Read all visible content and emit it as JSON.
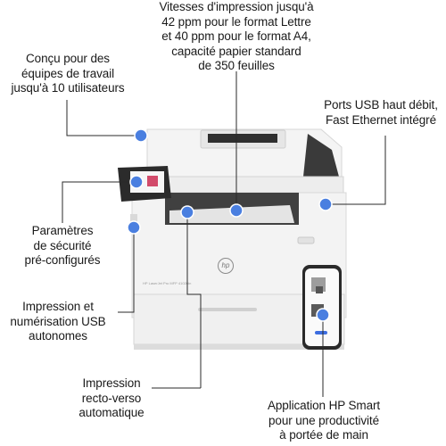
{
  "callouts": {
    "speed": [
      "Vitesses d'impression jusqu'à",
      "42 ppm pour le format Lettre",
      "et 40 ppm pour le format A4,",
      "capacité papier standard",
      "de 350 feuilles"
    ],
    "teams": [
      "Conçu pour des",
      "équipes de travail",
      "jusqu'à 10 utilisateurs"
    ],
    "usb": [
      "Ports USB haut débit,",
      "Fast Ethernet intégré"
    ],
    "security": [
      "Paramètres",
      "de sécurité",
      "pré-configurés"
    ],
    "usb_print": [
      "Impression et",
      "numérisation USB",
      "autonomes"
    ],
    "duplex": [
      "Impression",
      "recto-verso",
      "automatique"
    ],
    "app": [
      "Application HP Smart",
      "pour une productivité",
      "à portée de main"
    ]
  },
  "printer": {
    "brand": "hp",
    "model": "HP LaserJet Pro MFP 4102fdn"
  },
  "colors": {
    "accent": "#4a7fe0",
    "printer_body": "#f2f2f2",
    "panel": "#2b2b2b"
  }
}
